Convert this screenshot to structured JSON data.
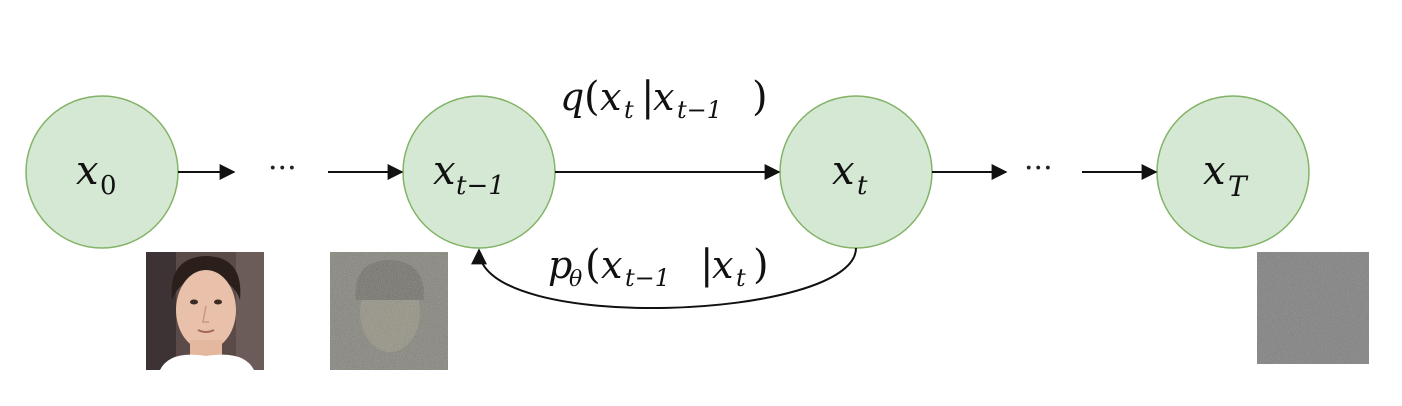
{
  "nodes": {
    "x0": {
      "base": "x",
      "sub": "0"
    },
    "xtm1": {
      "base": "x",
      "sub": "t−1"
    },
    "xt": {
      "base": "x",
      "sub": "t"
    },
    "xT": {
      "base": "x",
      "sub": "T"
    }
  },
  "ellipsis": "···",
  "forward_label": {
    "fn": "q",
    "arg_base": "x",
    "arg_sub": "t",
    "bar": "|",
    "cond_base": "x",
    "cond_sub": "t−1"
  },
  "reverse_label": {
    "fn": "p",
    "fn_sub": "θ",
    "arg_base": "x",
    "arg_sub": "t−1",
    "bar": "|",
    "cond_base": "x",
    "cond_sub": "t"
  },
  "colors": {
    "node_fill": "#d5e8d4",
    "node_stroke": "#82b366",
    "edge": "#111111"
  },
  "images": {
    "clean": "face-image",
    "partially_noised": "noisy-face-image",
    "pure_noise": "gaussian-noise-image"
  }
}
